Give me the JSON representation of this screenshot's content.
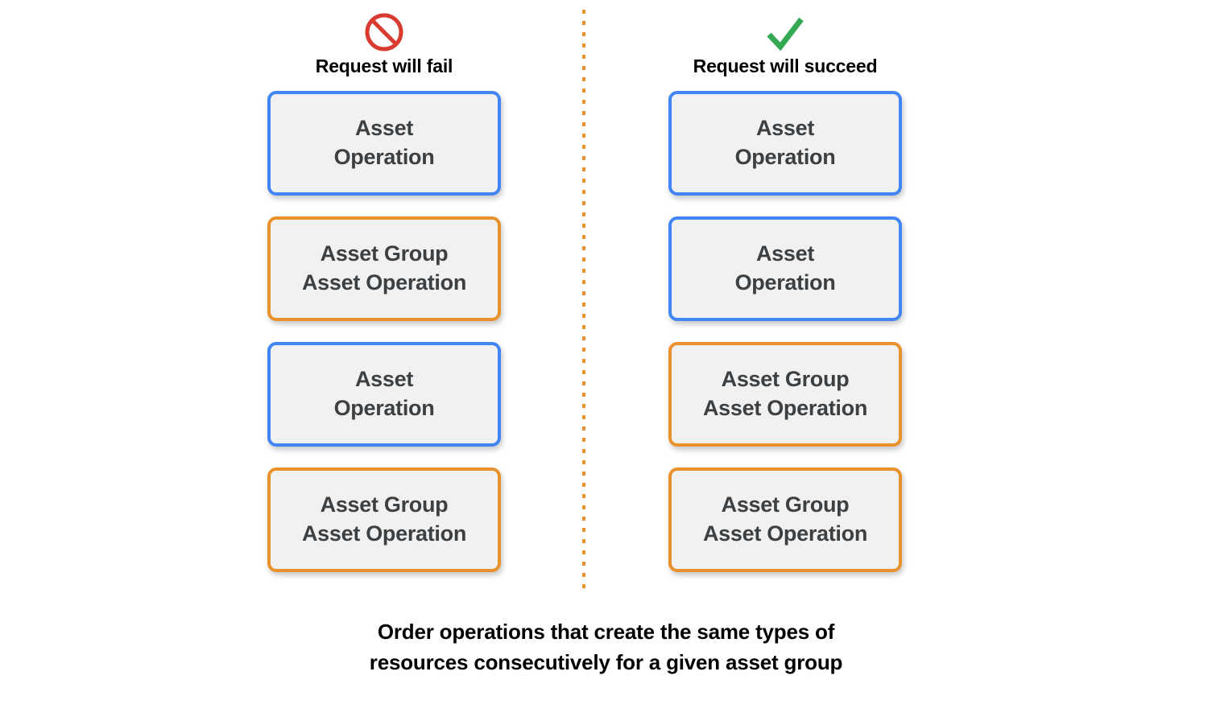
{
  "colors": {
    "blue_border": "#4285f4",
    "orange_border": "#e8912d",
    "box_fill": "#f1f1f1",
    "box_text": "#3c4043",
    "fail_icon": "#d93b30",
    "succeed_icon": "#34a853",
    "divider": "#e8912d",
    "background": "#ffffff"
  },
  "columns": [
    {
      "id": "fail",
      "icon_name": "prohibition-icon",
      "title": "Request will fail",
      "boxes": [
        {
          "type": "asset-operation",
          "color": "blue",
          "lines": [
            "Asset",
            "Operation"
          ]
        },
        {
          "type": "asset-group-operation",
          "color": "orange",
          "lines": [
            "Asset Group",
            "Asset Operation"
          ]
        },
        {
          "type": "asset-operation",
          "color": "blue",
          "lines": [
            "Asset",
            "Operation"
          ]
        },
        {
          "type": "asset-group-operation",
          "color": "orange",
          "lines": [
            "Asset Group",
            "Asset Operation"
          ]
        }
      ]
    },
    {
      "id": "succeed",
      "icon_name": "checkmark-icon",
      "title": "Request will succeed",
      "boxes": [
        {
          "type": "asset-operation",
          "color": "blue",
          "lines": [
            "Asset",
            "Operation"
          ]
        },
        {
          "type": "asset-operation",
          "color": "blue",
          "lines": [
            "Asset",
            "Operation"
          ]
        },
        {
          "type": "asset-group-operation",
          "color": "orange",
          "lines": [
            "Asset Group",
            "Asset Operation"
          ]
        },
        {
          "type": "asset-group-operation",
          "color": "orange",
          "lines": [
            "Asset Group",
            "Asset Operation"
          ]
        }
      ]
    }
  ],
  "caption": {
    "line1": "Order operations that create the same types of",
    "line2": "resources consecutively for a given asset group"
  }
}
